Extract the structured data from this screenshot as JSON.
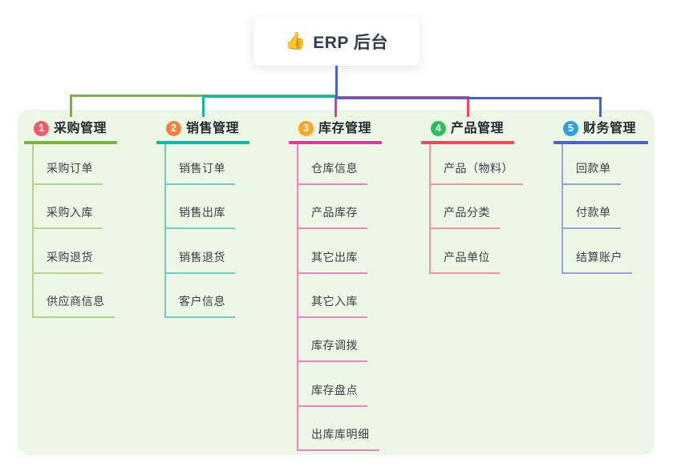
{
  "root": {
    "icon": "👍",
    "title": "ERP 后台"
  },
  "colors": {
    "panel_bg": "#edf7e5",
    "root_line": "#4a63c9"
  },
  "branches": [
    {
      "number": "1",
      "label": "采购管理",
      "badge_color": "#f15c66",
      "line_color": "#7cb440",
      "child_line_color": "#aed690",
      "children": [
        "采购订单",
        "采购入库",
        "采购退货",
        "供应商信息"
      ]
    },
    {
      "number": "2",
      "label": "销售管理",
      "badge_color": "#f5813e",
      "line_color": "#12b7ac",
      "child_line_color": "#6fccc4",
      "children": [
        "销售订单",
        "销售出库",
        "销售退货",
        "客户信息"
      ]
    },
    {
      "number": "3",
      "label": "库存管理",
      "badge_color": "#f7a62b",
      "line_color": "#da3aa2",
      "child_line_color": "#ee82c4",
      "children": [
        "仓库信息",
        "产品库存",
        "其它出库",
        "其它入库",
        "库存调拨",
        "库存盘点",
        "出库库明细"
      ]
    },
    {
      "number": "4",
      "label": "产品管理",
      "badge_color": "#2cbf60",
      "line_color": "#f0485f",
      "child_line_color": "#f493a0",
      "children": [
        "产品（物料）",
        "产品分类",
        "产品单位"
      ]
    },
    {
      "number": "5",
      "label": "财务管理",
      "badge_color": "#2f9fdd",
      "line_color": "#4a63c9",
      "child_line_color": "#93a6dc",
      "children": [
        "回款单",
        "付款单",
        "结算账户"
      ]
    }
  ]
}
